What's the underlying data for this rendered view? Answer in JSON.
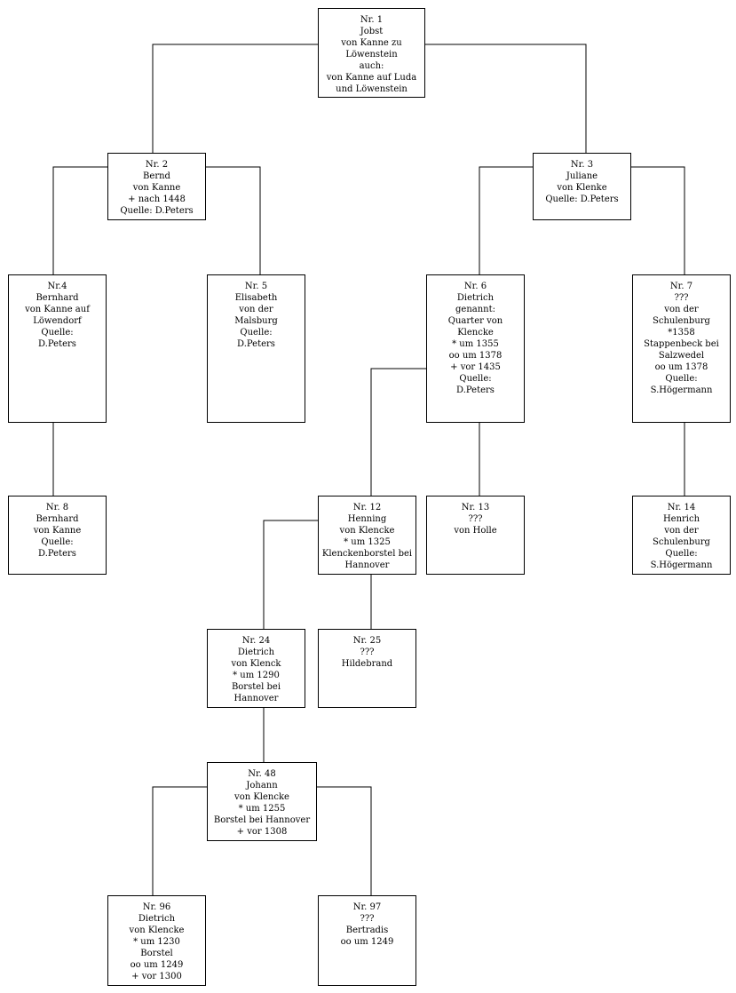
{
  "persons": {
    "p1": {
      "lines": [
        "Nr. 1",
        "Jobst",
        "von Kanne zu",
        "Löwenstein",
        "auch:",
        "von Kanne auf Luda",
        "und Löwenstein"
      ]
    },
    "p2": {
      "lines": [
        "Nr. 2",
        "Bernd",
        "von Kanne",
        "+ nach 1448",
        "Quelle: D.Peters"
      ]
    },
    "p3": {
      "lines": [
        "Nr. 3",
        "Juliane",
        "von Klenke",
        "Quelle: D.Peters"
      ]
    },
    "p4": {
      "lines": [
        "Nr.4",
        "Bernhard",
        "von Kanne auf",
        "Löwendorf",
        "Quelle:",
        "D.Peters"
      ]
    },
    "p5": {
      "lines": [
        "Nr. 5",
        "Elisabeth",
        "von der",
        "Malsburg",
        "Quelle:",
        "D.Peters"
      ]
    },
    "p6": {
      "lines": [
        "Nr. 6",
        "Dietrich",
        "genannt:",
        "Quarter von",
        "Klencke",
        "* um 1355",
        "oo um 1378",
        "+ vor 1435",
        "Quelle:",
        "D.Peters"
      ]
    },
    "p7": {
      "lines": [
        "Nr. 7",
        "???",
        "von der",
        "Schulenburg",
        "*1358",
        "Stappenbeck bei",
        "Salzwedel",
        "oo um 1378",
        "Quelle:",
        "S.Högermann"
      ]
    },
    "p8": {
      "lines": [
        "Nr. 8",
        "Bernhard",
        "von Kanne",
        "Quelle:",
        "D.Peters"
      ]
    },
    "p12": {
      "lines": [
        "Nr. 12",
        "Henning",
        "von Klencke",
        "* um 1325",
        "Klenckenborstel bei",
        "Hannover"
      ]
    },
    "p13": {
      "lines": [
        "Nr. 13",
        "???",
        "von Holle"
      ]
    },
    "p14": {
      "lines": [
        "Nr. 14",
        "Henrich",
        "von der",
        "Schulenburg",
        "Quelle:",
        "S.Högermann"
      ]
    },
    "p24": {
      "lines": [
        "Nr. 24",
        "Dietrich",
        "von Klenck",
        "* um 1290",
        "Borstel bei",
        "Hannover"
      ]
    },
    "p25": {
      "lines": [
        "Nr. 25",
        "???",
        "Hildebrand"
      ]
    },
    "p48": {
      "lines": [
        "Nr. 48",
        "Johann",
        "von Klencke",
        "* um 1255",
        "Borstel bei Hannover",
        "+ vor 1308"
      ]
    },
    "p96": {
      "lines": [
        "Nr. 96",
        "Dietrich",
        "von Klencke",
        "* um 1230",
        "Borstel",
        "oo um 1249",
        "+ vor 1300"
      ]
    },
    "p97": {
      "lines": [
        "Nr. 97",
        "???",
        "Bertradis",
        "oo um 1249"
      ]
    }
  }
}
